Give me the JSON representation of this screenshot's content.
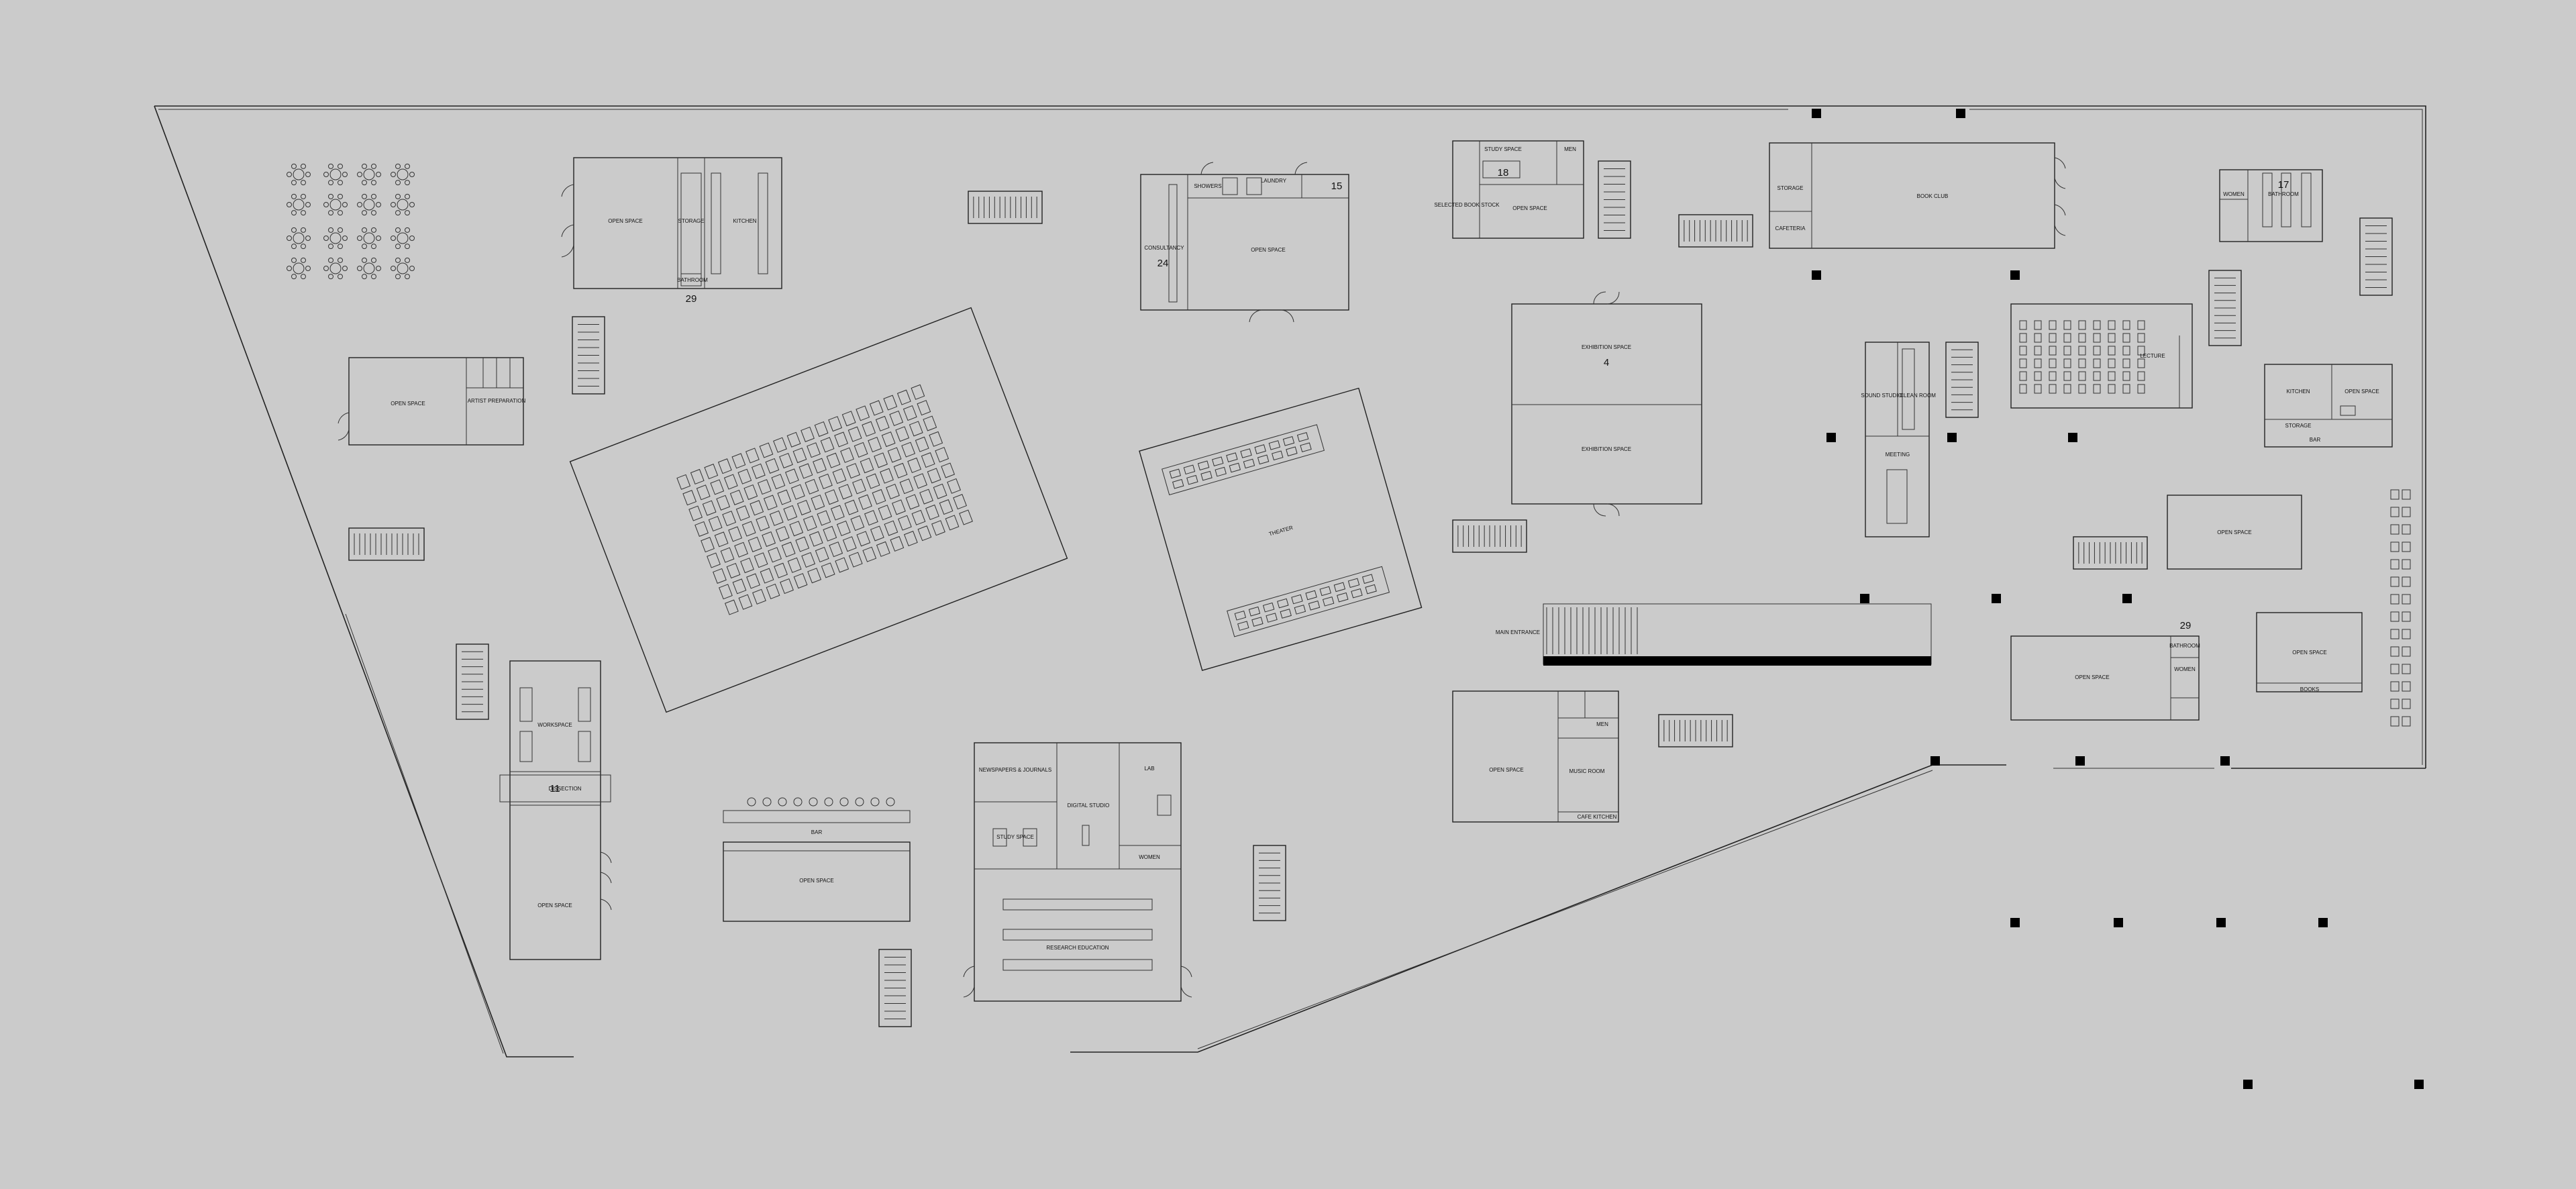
{
  "drawing": {
    "background": "#cbcbcb",
    "line_color": "#222222",
    "fill_color": "#000000"
  },
  "labels": {
    "open_space": "OPEN SPACE",
    "storage": "STORAGE",
    "kitchen": "KITCHEN",
    "bathroom": "BATHROOM",
    "artist_preparation": "ARTIST PREPARATION",
    "workspace": "WORKSPACE",
    "dissection": "DISSECTION",
    "bar": "BAR",
    "newspapers_journals": "NEWSPAPERS & JOURNALS",
    "digital_studio": "DIGITAL STUDIO",
    "study_space": "STUDY SPACE",
    "women": "WOMEN",
    "research_education": "RESEARCH EDUCATION",
    "showers": "SHOWERS",
    "laundry": "LAUNDRY",
    "consultancy": "CONSULTANCY",
    "theater": "THEATER",
    "study_space_2": "STUDY SPACE",
    "selected_book_stock": "SELECTED BOOK STOCK",
    "exhibition_space": "EXHIBITION SPACE",
    "main_entrance": "MAIN ENTRANCE",
    "music_room": "MUSIC ROOM",
    "men": "MEN",
    "cafe_kitchen": "CAFE KITCHEN",
    "storage_2": "STORAGE",
    "cafeteria": "CAFETERIA",
    "book_club": "BOOK CLUB",
    "sound_studio": "SOUND STUDIO",
    "clean_room": "CLEAN ROOM",
    "meeting": "MEETING",
    "lecture": "LECTURE",
    "women_2": "WOMEN",
    "bathroom_2": "BATHROOM",
    "kitchen_2": "KITCHEN",
    "open_space_2": "OPEN SPACE",
    "storage_3": "STORAGE",
    "bar_2": "BAR",
    "lab": "LAB",
    "books": "BOOKS"
  },
  "numbers": {
    "n29a": "29",
    "n24": "24",
    "n15": "15",
    "n18": "18",
    "n17": "17",
    "n4": "4",
    "n11": "11",
    "n29b": "29"
  }
}
